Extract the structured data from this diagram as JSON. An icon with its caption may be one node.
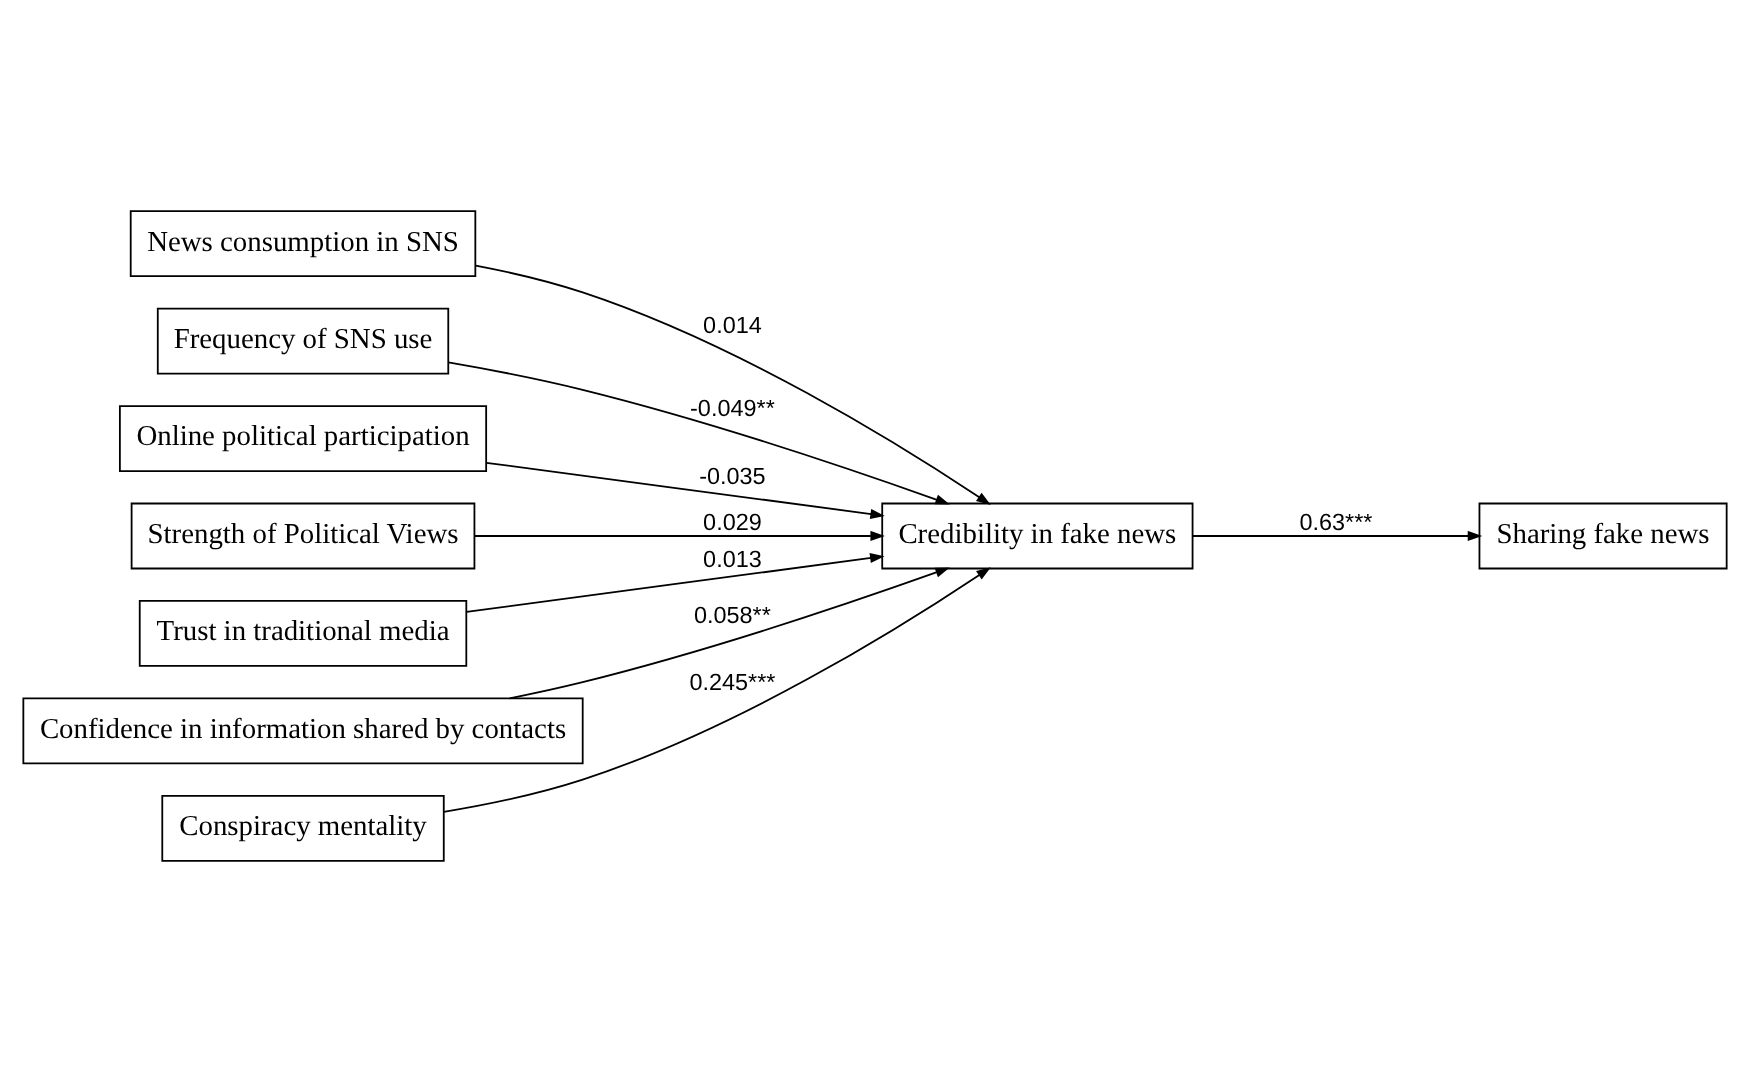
{
  "diagram": {
    "nodes": [
      {
        "text": [
          "News consumption in SNS"
        ]
      },
      {
        "text": [
          "Frequency of SNS use"
        ]
      },
      {
        "text": [
          "Online political participation"
        ]
      },
      {
        "text": [
          "Strength of Political Views"
        ]
      },
      {
        "text": [
          "Credibility in fake news"
        ]
      },
      {
        "text": [
          "Sharing fake news"
        ]
      },
      {
        "text": [
          "Trust in traditional media"
        ]
      },
      {
        "text": [
          "Confidence in information shared by contacts"
        ]
      },
      {
        "text": [
          "Conspiracy mentality"
        ]
      }
    ],
    "edges": [
      {
        "from": 0,
        "to": 4,
        "arrow": "to",
        "label": "0.014"
      },
      {
        "from": 1,
        "to": 4,
        "arrow": "to",
        "label": "-0.049**"
      },
      {
        "from": 2,
        "to": 4,
        "arrow": "to",
        "label": "-0.035"
      },
      {
        "from": 3,
        "to": 4,
        "arrow": "to",
        "label": "0.029"
      },
      {
        "from": 4,
        "to": 5,
        "arrow": "to",
        "label": "0.63***"
      },
      {
        "from": 6,
        "to": 4,
        "arrow": "to",
        "label": "0.013"
      },
      {
        "from": 7,
        "to": 4,
        "arrow": "to",
        "label": "0.058**"
      },
      {
        "from": 8,
        "to": 4,
        "arrow": "to",
        "label": "0.245***"
      }
    ]
  }
}
